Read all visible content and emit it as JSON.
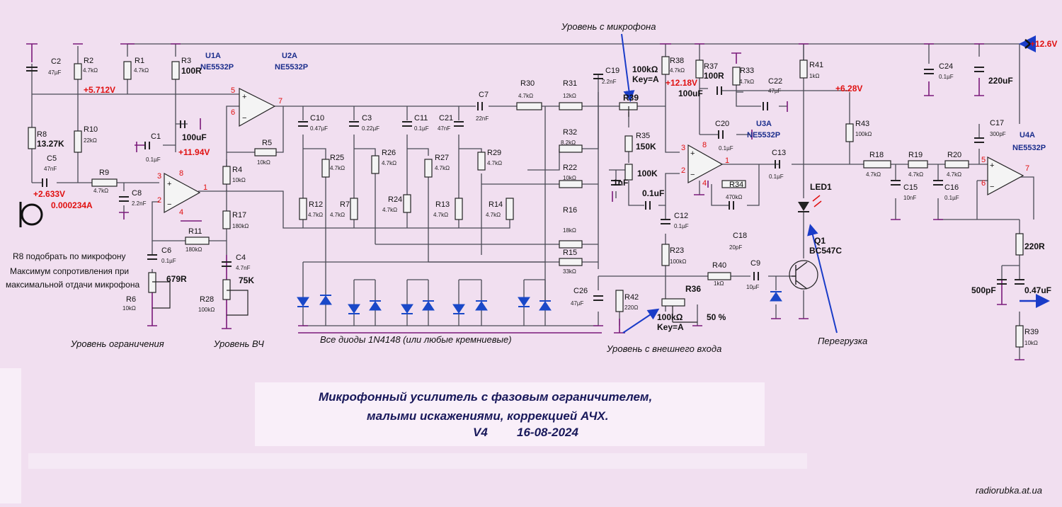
{
  "title": {
    "line1": "Микрофонный усилитель с фазовым ограничителем,",
    "line2": "малыми искажениями,  коррекцией АЧХ.",
    "version": "V4",
    "date": "16-08-2024"
  },
  "captions": {
    "mic_level": "Уровень с микрофона",
    "limit_level": "Уровень ограничения",
    "hf_level": "Уровень ВЧ",
    "diodes": "Все диоды 1N4148 (или любые кремниевые)",
    "ext_level": "Уровень с внешнего входа",
    "overload": "Перегрузка",
    "r8_note1": "R8 подобрать по микрофону",
    "r8_note2": "Максимум сопротивления при",
    "r8_note3": "максимальной отдачи микрофона",
    "website": "radiorubka.at.ua"
  },
  "voltages": {
    "supply": "+12.6V",
    "v5712": "+5.712V",
    "v1194": "+11.94V",
    "v2633": "+2.633V",
    "i_mic": "0.000234A",
    "v1218": "+12.18V",
    "v628": "+6.28V"
  },
  "chips": {
    "u1": {
      "name": "U1A",
      "type": "NE5532P"
    },
    "u2": {
      "name": "U2A",
      "type": "NE5532P"
    },
    "u3": {
      "name": "U3A",
      "type": "NE5532P"
    },
    "u4": {
      "name": "U4A",
      "type": "NE5532P"
    }
  },
  "pins": {
    "u1_in_p": "3",
    "u1_in_n": "2",
    "u1_vcc": "8",
    "u1_gnd": "4",
    "u1_out": "1",
    "u2_in_p": "5",
    "u2_in_n": "6",
    "u2_out": "7",
    "u3_in_p": "3",
    "u3_in_n": "2",
    "u3_vcc": "8",
    "u3_gnd": "4",
    "u3_out": "1",
    "u4_in_p": "5",
    "u4_in_n": "6",
    "u4_out": "7"
  },
  "components": {
    "c2": {
      "name": "C2",
      "value": "47µF"
    },
    "r2": {
      "name": "R2",
      "value": "4.7kΩ"
    },
    "r1": {
      "name": "R1",
      "value": "4.7kΩ"
    },
    "r3": {
      "name": "R3",
      "value": "100R"
    },
    "r8": {
      "name": "R8",
      "value": "13.27K"
    },
    "r10": {
      "name": "R10",
      "value": "22kΩ"
    },
    "c5": {
      "name": "C5",
      "value": "47nF"
    },
    "r9": {
      "name": "R9",
      "value": "4.7kΩ"
    },
    "c8": {
      "name": "C8",
      "value": "2.2nF"
    },
    "c1": {
      "name": "C1",
      "value": "0.1µF"
    },
    "c100": {
      "value": "100uF"
    },
    "r5": {
      "name": "R5",
      "value": "10kΩ"
    },
    "r4": {
      "name": "R4",
      "value": "10kΩ"
    },
    "r17": {
      "name": "R17",
      "value": "180kΩ"
    },
    "r11": {
      "name": "R11",
      "value": "180kΩ"
    },
    "c6": {
      "name": "C6",
      "value": "0.1µF"
    },
    "r6": {
      "name": "R6",
      "value": "10kΩ",
      "set": "679R"
    },
    "c4": {
      "name": "C4",
      "value": "4.7nF"
    },
    "r28": {
      "name": "R28",
      "value": "100kΩ",
      "set": "75K"
    },
    "c10": {
      "name": "C10",
      "value": "0.47µF"
    },
    "c3": {
      "name": "C3",
      "value": "0.22µF"
    },
    "c11": {
      "name": "C11",
      "value": "0.1µF"
    },
    "c21": {
      "name": "C21",
      "value": "47nF"
    },
    "c7": {
      "name": "C7",
      "value": "22nF"
    },
    "r25": {
      "name": "R25",
      "value": "4.7kΩ"
    },
    "r26": {
      "name": "R26",
      "value": "4.7kΩ"
    },
    "r27": {
      "name": "R27",
      "value": "4.7kΩ"
    },
    "r29": {
      "name": "R29",
      "value": "4.7kΩ"
    },
    "r12": {
      "name": "R12",
      "value": "4.7kΩ"
    },
    "r7": {
      "name": "R7",
      "value": "4.7kΩ"
    },
    "r24": {
      "name": "R24",
      "value": "4.7kΩ"
    },
    "r13": {
      "name": "R13",
      "value": "4.7kΩ"
    },
    "r14": {
      "name": "R14",
      "value": "4.7kΩ"
    },
    "r30": {
      "name": "R30",
      "value": "4.7kΩ"
    },
    "r31": {
      "name": "R31",
      "value": "12kΩ"
    },
    "r32": {
      "name": "R32",
      "value": "8.2kΩ"
    },
    "r22": {
      "name": "R22",
      "value": "10kΩ"
    },
    "r16": {
      "name": "R16",
      "value": "18kΩ"
    },
    "r15": {
      "name": "R15",
      "value": "33kΩ"
    },
    "c19": {
      "name": "C19",
      "value": "2.2nF"
    },
    "r39pot": {
      "name": "R39",
      "value": "100kΩ",
      "key": "Key=A"
    },
    "r35": {
      "name": "R35",
      "value": "150K"
    },
    "r100k": {
      "value": "100K"
    },
    "c1nf": {
      "value": "1nF"
    },
    "c01uf": {
      "value": "0.1uF"
    },
    "r38": {
      "name": "R38",
      "value": "4.7kΩ"
    },
    "r37": {
      "name": "R37",
      "value": "100R"
    },
    "r33": {
      "name": "R33",
      "value": "4.7kΩ"
    },
    "c22": {
      "name": "C22",
      "value": "47µF"
    },
    "c100b": {
      "value": "100uF"
    },
    "c20": {
      "name": "C20",
      "value": "0.1µF"
    },
    "r34": {
      "name": "R34",
      "value": "470kΩ"
    },
    "c18": {
      "name": "C18",
      "value": "20pF"
    },
    "c13": {
      "name": "C13",
      "value": "0.1µF"
    },
    "c12": {
      "name": "C12",
      "value": "0.1µF"
    },
    "r23": {
      "name": "R23",
      "value": "100kΩ"
    },
    "r40": {
      "name": "R40",
      "value": "1kΩ"
    },
    "c9": {
      "name": "C9",
      "value": "10µF"
    },
    "c26": {
      "name": "C26",
      "value": "47µF"
    },
    "r42": {
      "name": "R42",
      "value": "220Ω"
    },
    "r36": {
      "name": "R36",
      "value": "100kΩ",
      "key": "Key=A",
      "pos": "50 %"
    },
    "r41": {
      "name": "R41",
      "value": "1kΩ"
    },
    "led1": {
      "name": "LED1"
    },
    "q1": {
      "name": "Q1",
      "type": "BC547C"
    },
    "r43": {
      "name": "R43",
      "value": "100kΩ"
    },
    "c24": {
      "name": "C24",
      "value": "0.1µF"
    },
    "c220": {
      "value": "220uF"
    },
    "r18": {
      "name": "R18",
      "value": "4.7kΩ"
    },
    "r19": {
      "name": "R19",
      "value": "4.7kΩ"
    },
    "r20": {
      "name": "R20",
      "value": "4.7kΩ"
    },
    "c15": {
      "name": "C15",
      "value": "10nF"
    },
    "c16": {
      "name": "C16",
      "value": "0.1µF"
    },
    "c17": {
      "name": "C17",
      "value": "300pF"
    },
    "r220": {
      "value": "220R"
    },
    "c500": {
      "value": "500pF"
    },
    "c047": {
      "value": "0.47uF"
    },
    "r39out": {
      "name": "R39",
      "value": "10kΩ"
    }
  },
  "colors": {
    "background": "#f1dff0",
    "rail": "#7a1a7a",
    "arrow": "#1a3cc8",
    "voltage": "#e01010",
    "chip": "#1a2d8c"
  }
}
